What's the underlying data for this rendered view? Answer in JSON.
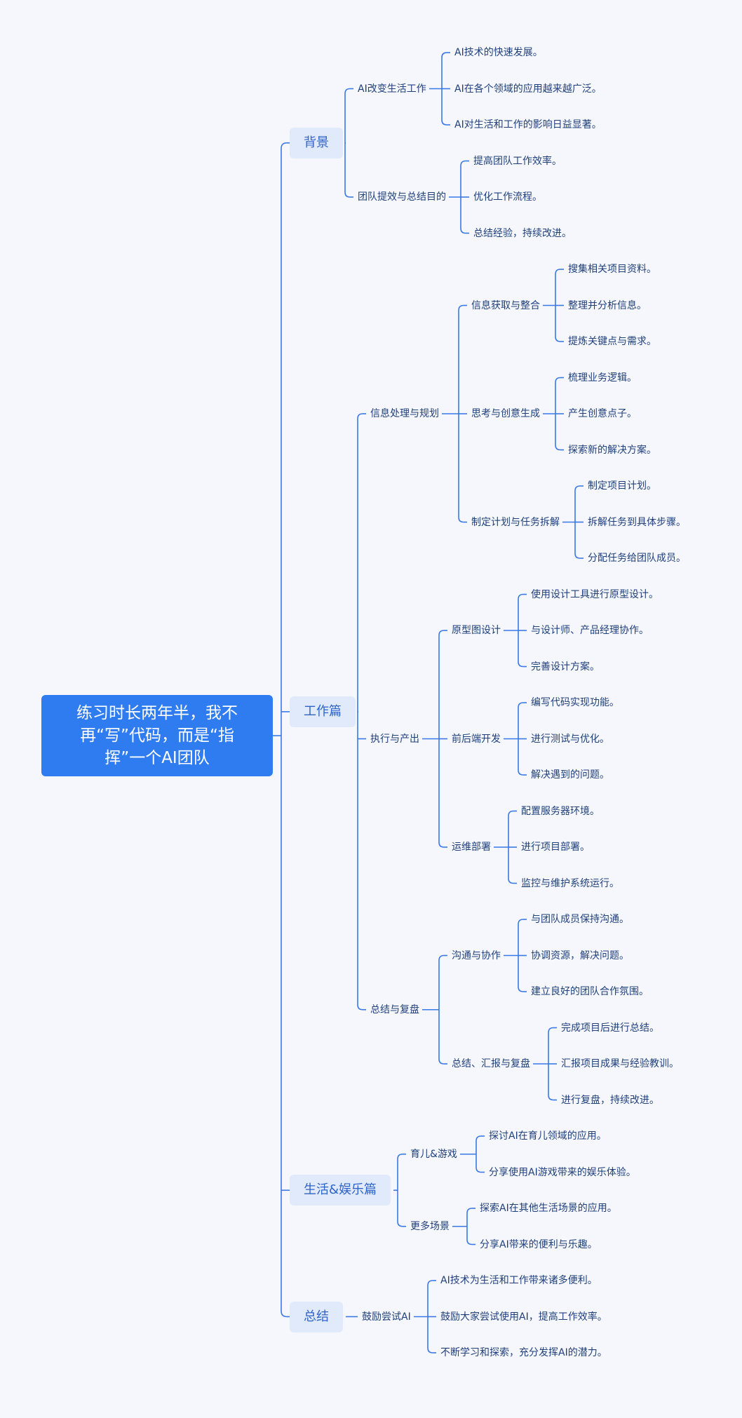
{
  "mindmap": {
    "line_color": "#3a78e6",
    "root_bg": "#2f7cf1",
    "branch_bg": "#e1eafb",
    "root": {
      "label": "练习时长两年半，我不再“写”代码，而是“指挥”一个AI团队",
      "children": [
        {
          "label": "背景",
          "children": [
            {
              "label": "AI改变生活工作",
              "children": [
                {
                  "label": "AI技术的快速发展。"
                },
                {
                  "label": "AI在各个领域的应用越来越广泛。"
                },
                {
                  "label": "AI对生活和工作的影响日益显著。"
                }
              ]
            },
            {
              "label": "团队提效与总结目的",
              "children": [
                {
                  "label": "提高团队工作效率。"
                },
                {
                  "label": "优化工作流程。"
                },
                {
                  "label": "总结经验，持续改进。"
                }
              ]
            }
          ]
        },
        {
          "label": "工作篇",
          "children": [
            {
              "label": "信息处理与规划",
              "children": [
                {
                  "label": "信息获取与整合",
                  "children": [
                    {
                      "label": "搜集相关项目资料。"
                    },
                    {
                      "label": "整理并分析信息。"
                    },
                    {
                      "label": "提炼关键点与需求。"
                    }
                  ]
                },
                {
                  "label": "思考与创意生成",
                  "children": [
                    {
                      "label": "梳理业务逻辑。"
                    },
                    {
                      "label": "产生创意点子。"
                    },
                    {
                      "label": "探索新的解决方案。"
                    }
                  ]
                },
                {
                  "label": "制定计划与任务拆解",
                  "children": [
                    {
                      "label": "制定项目计划。"
                    },
                    {
                      "label": "拆解任务到具体步骤。"
                    },
                    {
                      "label": "分配任务给团队成员。"
                    }
                  ]
                }
              ]
            },
            {
              "label": "执行与产出",
              "children": [
                {
                  "label": "原型图设计",
                  "children": [
                    {
                      "label": "使用设计工具进行原型设计。"
                    },
                    {
                      "label": "与设计师、产品经理协作。"
                    },
                    {
                      "label": "完善设计方案。"
                    }
                  ]
                },
                {
                  "label": "前后端开发",
                  "children": [
                    {
                      "label": "编写代码实现功能。"
                    },
                    {
                      "label": "进行测试与优化。"
                    },
                    {
                      "label": "解决遇到的问题。"
                    }
                  ]
                },
                {
                  "label": "运维部署",
                  "children": [
                    {
                      "label": "配置服务器环境。"
                    },
                    {
                      "label": "进行项目部署。"
                    },
                    {
                      "label": "监控与维护系统运行。"
                    }
                  ]
                }
              ]
            },
            {
              "label": "总结与复盘",
              "children": [
                {
                  "label": "沟通与协作",
                  "children": [
                    {
                      "label": "与团队成员保持沟通。"
                    },
                    {
                      "label": "协调资源，解决问题。"
                    },
                    {
                      "label": "建立良好的团队合作氛围。"
                    }
                  ]
                },
                {
                  "label": "总结、汇报与复盘",
                  "children": [
                    {
                      "label": "完成项目后进行总结。"
                    },
                    {
                      "label": "汇报项目成果与经验教训。"
                    },
                    {
                      "label": "进行复盘，持续改进。"
                    }
                  ]
                }
              ]
            }
          ]
        },
        {
          "label": "生活&娱乐篇",
          "children": [
            {
              "label": "育儿&游戏",
              "children": [
                {
                  "label": "探讨AI在育儿领域的应用。"
                },
                {
                  "label": "分享使用AI游戏带来的娱乐体验。"
                }
              ]
            },
            {
              "label": "更多场景",
              "children": [
                {
                  "label": "探索AI在其他生活场景的应用。"
                },
                {
                  "label": "分享AI带来的便利与乐趣。"
                }
              ]
            }
          ]
        },
        {
          "label": "总结",
          "children": [
            {
              "label": "鼓励尝试AI",
              "children": [
                {
                  "label": "AI技术为生活和工作带来诸多便利。"
                },
                {
                  "label": "鼓励大家尝试使用AI，提高工作效率。"
                },
                {
                  "label": "不断学习和探索，充分发挥AI的潜力。"
                }
              ]
            }
          ]
        }
      ]
    }
  }
}
